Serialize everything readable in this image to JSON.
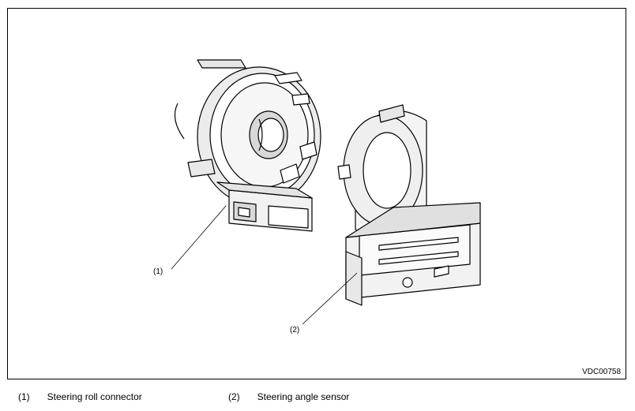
{
  "figure": {
    "code": "VDC00758",
    "callouts": [
      {
        "num": "(1)"
      },
      {
        "num": "(2)"
      }
    ]
  },
  "legend": [
    {
      "num": "(1)",
      "label": "Steering roll connector"
    },
    {
      "num": "(2)",
      "label": "Steering angle sensor"
    }
  ]
}
